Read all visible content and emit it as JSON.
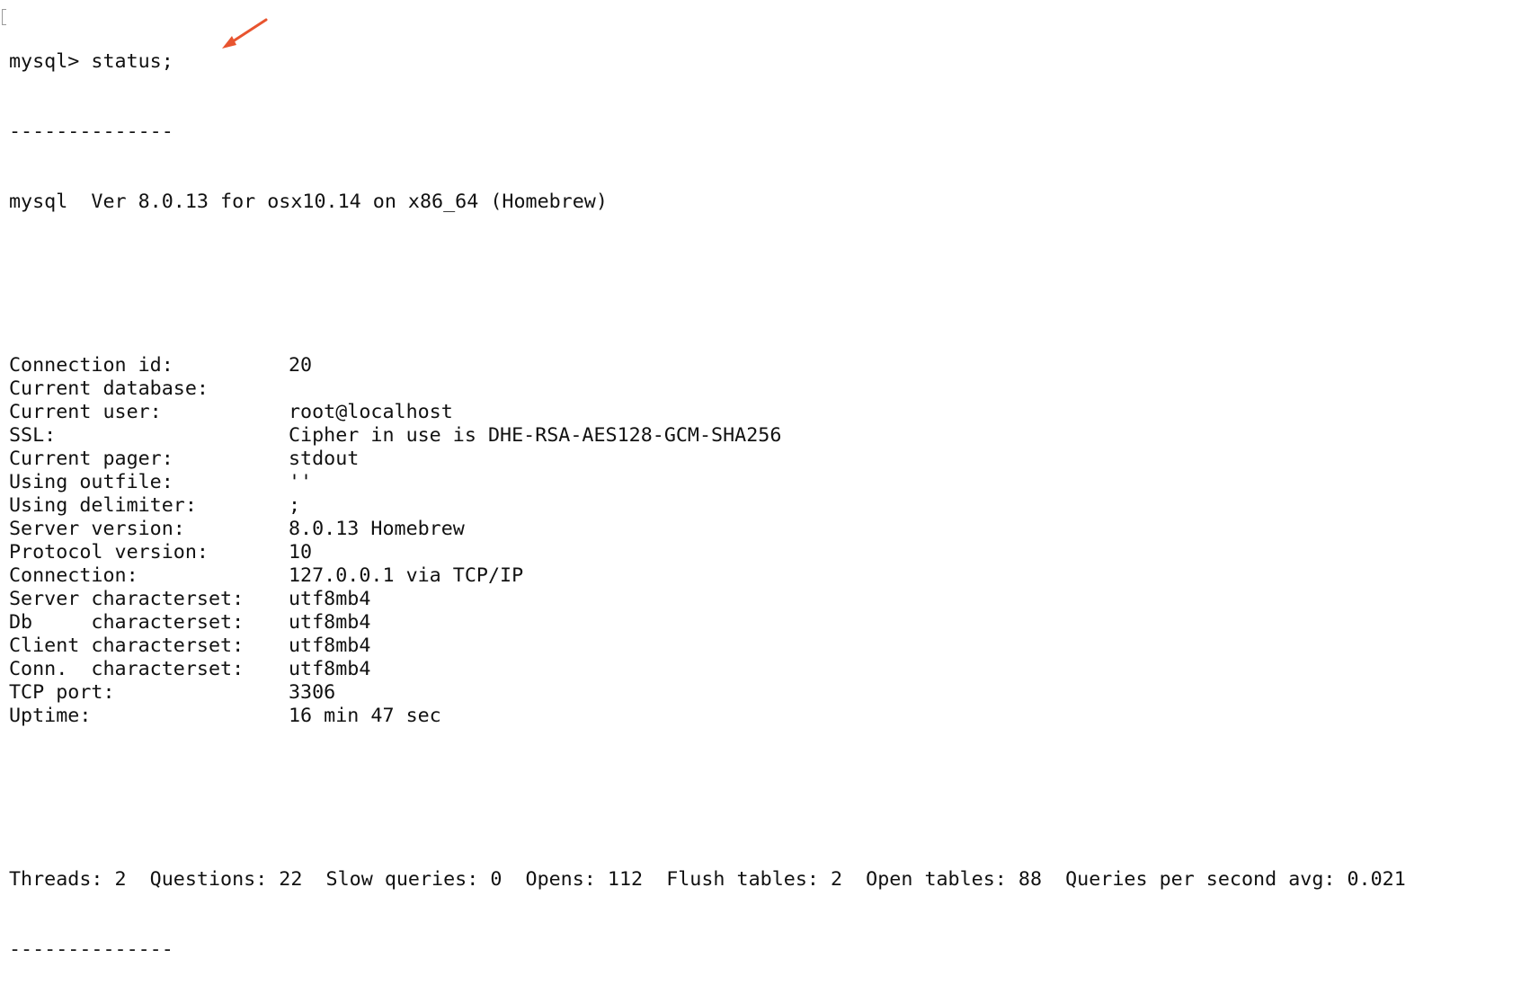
{
  "terminal": {
    "prompt_line": "mysql> status;",
    "separator": "--------------",
    "version_line": "mysql  Ver 8.0.13 for osx10.14 on x86_64 (Homebrew)",
    "status_rows": [
      {
        "label": "Connection id:",
        "value": "20"
      },
      {
        "label": "Current database:",
        "value": ""
      },
      {
        "label": "Current user:",
        "value": "root@localhost"
      },
      {
        "label": "SSL:",
        "value": "Cipher in use is DHE-RSA-AES128-GCM-SHA256"
      },
      {
        "label": "Current pager:",
        "value": "stdout"
      },
      {
        "label": "Using outfile:",
        "value": "''"
      },
      {
        "label": "Using delimiter:",
        "value": ";"
      },
      {
        "label": "Server version:",
        "value": "8.0.13 Homebrew"
      },
      {
        "label": "Protocol version:",
        "value": "10"
      },
      {
        "label": "Connection:",
        "value": "127.0.0.1 via TCP/IP"
      },
      {
        "label": "Server characterset:",
        "value": "utf8mb4"
      },
      {
        "label": "Db     characterset:",
        "value": "utf8mb4"
      },
      {
        "label": "Client characterset:",
        "value": "utf8mb4"
      },
      {
        "label": "Conn.  characterset:",
        "value": "utf8mb4"
      },
      {
        "label": "TCP port:",
        "value": "3306"
      },
      {
        "label": "Uptime:",
        "value": "16 min 47 sec"
      }
    ],
    "summary_line": "Threads: 2  Questions: 22  Slow queries: 0  Opens: 112  Flush tables: 2  Open tables: 88  Queries per second avg: 0.021",
    "closing_separator": "--------------"
  },
  "annotation": {
    "arrow_color": "#e8542f"
  }
}
